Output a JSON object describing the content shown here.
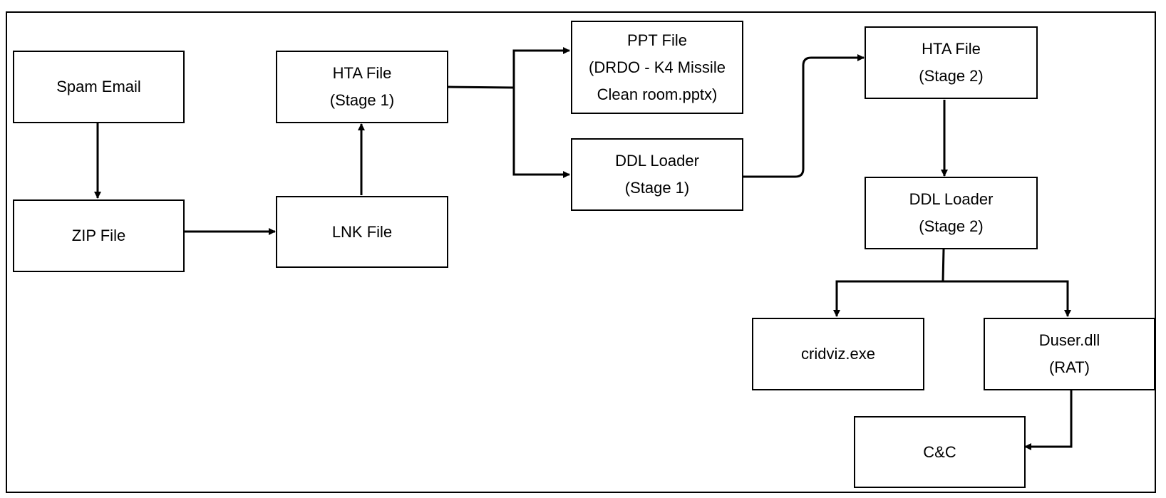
{
  "nodes": {
    "spam_email": {
      "lines": [
        "Spam Email"
      ]
    },
    "zip_file": {
      "lines": [
        "ZIP File"
      ]
    },
    "lnk_file": {
      "lines": [
        "LNK File"
      ]
    },
    "hta_stage1": {
      "lines": [
        "HTA File",
        "(Stage 1)"
      ]
    },
    "ppt_file": {
      "lines": [
        "PPT File",
        "(DRDO - K4 Missile",
        "Clean room.pptx)"
      ]
    },
    "ddl_loader_stage1": {
      "lines": [
        "DDL Loader",
        "(Stage 1)"
      ]
    },
    "hta_stage2": {
      "lines": [
        "HTA File",
        "(Stage 2)"
      ]
    },
    "ddl_loader_stage2": {
      "lines": [
        "DDL Loader",
        "(Stage 2)"
      ]
    },
    "cridviz": {
      "lines": [
        "cridviz.exe"
      ]
    },
    "duser": {
      "lines": [
        "Duser.dll",
        "(RAT)"
      ]
    },
    "cnc": {
      "lines": [
        "C&C"
      ]
    }
  },
  "edges": [
    {
      "from": "spam_email",
      "to": "zip_file"
    },
    {
      "from": "zip_file",
      "to": "lnk_file"
    },
    {
      "from": "lnk_file",
      "to": "hta_stage1"
    },
    {
      "from": "hta_stage1",
      "to": "ppt_file"
    },
    {
      "from": "hta_stage1",
      "to": "ddl_loader_stage1"
    },
    {
      "from": "ddl_loader_stage1",
      "to": "hta_stage2"
    },
    {
      "from": "hta_stage2",
      "to": "ddl_loader_stage2"
    },
    {
      "from": "ddl_loader_stage2",
      "to": "cridviz"
    },
    {
      "from": "ddl_loader_stage2",
      "to": "duser"
    },
    {
      "from": "duser",
      "to": "cnc"
    }
  ]
}
